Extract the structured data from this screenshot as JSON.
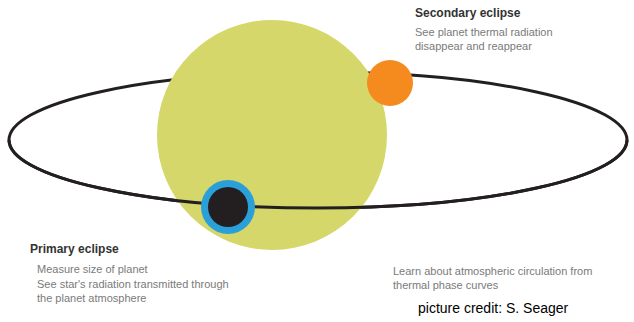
{
  "diagram": {
    "labels": [
      "Secondary eclipse",
      "See planet thermal radiation disappear and reappear",
      "Primary eclipse",
      "Measure size of planet",
      "See star's radiation transmitted through the planet atmosphere",
      "Learn about atmospheric circulation from thermal phase curves",
      "picture credit: S. Seager"
    ]
  }
}
